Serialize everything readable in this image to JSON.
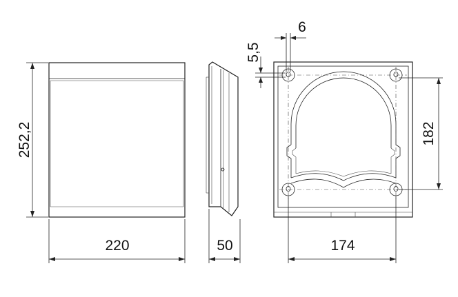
{
  "dimensions": {
    "front_width": "220",
    "front_height": "252,2",
    "side_depth": "50",
    "back_hole_spacing_h": "174",
    "back_hole_spacing_v": "182",
    "hole_width": "6",
    "hole_height": "5,5"
  }
}
